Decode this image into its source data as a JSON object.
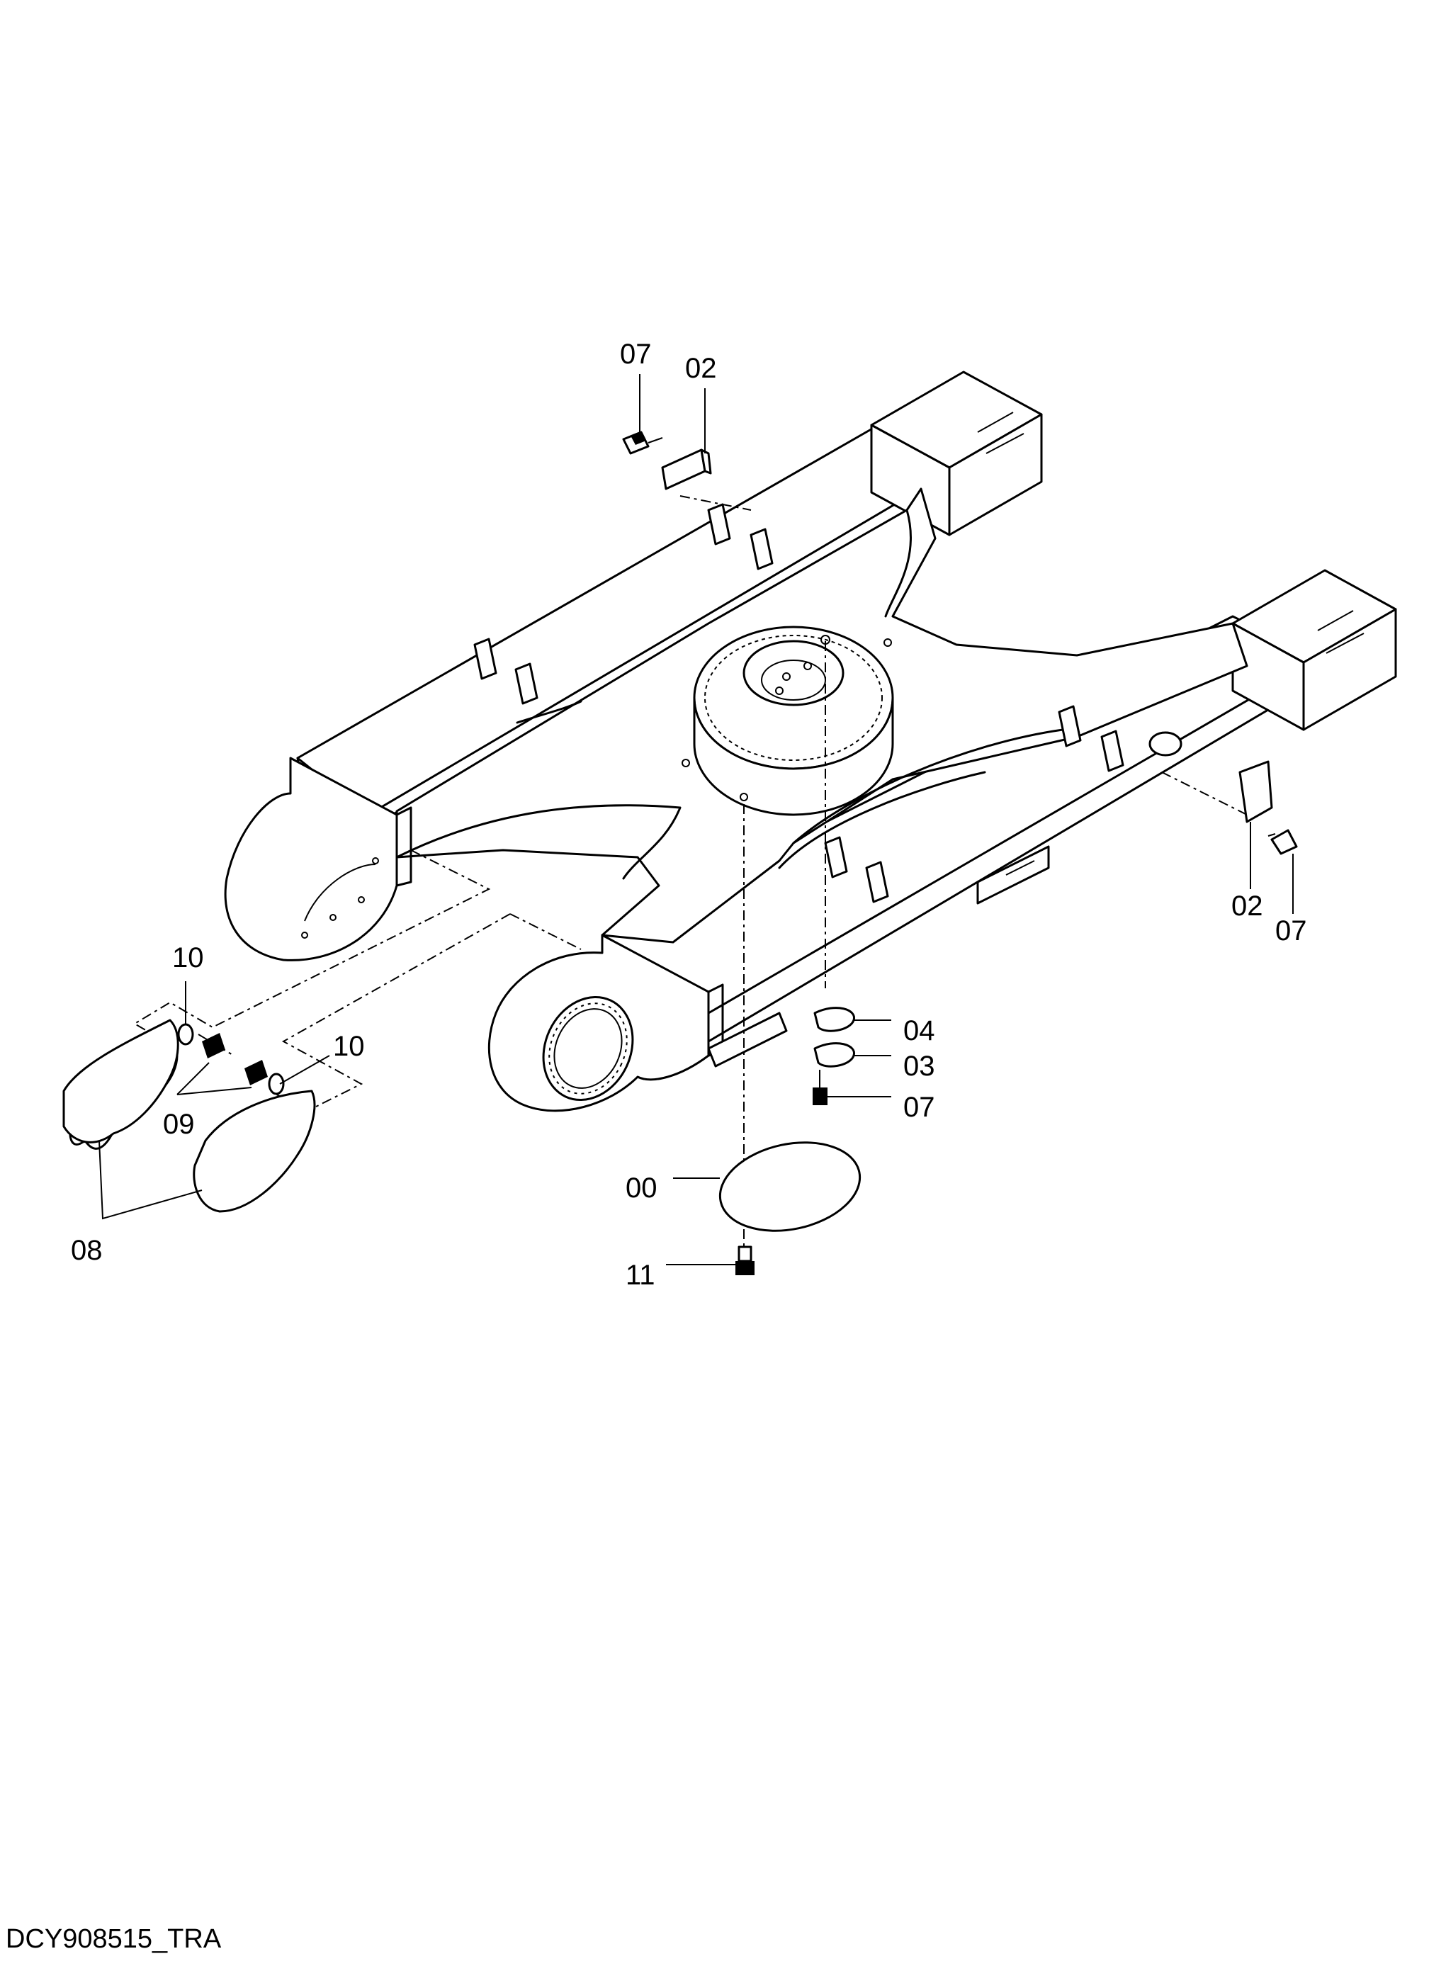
{
  "drawing_code": "DCY908515_TRA",
  "callouts": {
    "top_bolt": "07",
    "top_plate": "02",
    "right_plate": "02",
    "right_bolt": "07",
    "left_washer": "10",
    "right_washer": "10",
    "fittings": "09",
    "side_covers": "08",
    "shim_upper": "04",
    "shim_lower": "03",
    "shim_bolt": "07",
    "bottom_cover": "00",
    "cover_bolt": "11"
  }
}
